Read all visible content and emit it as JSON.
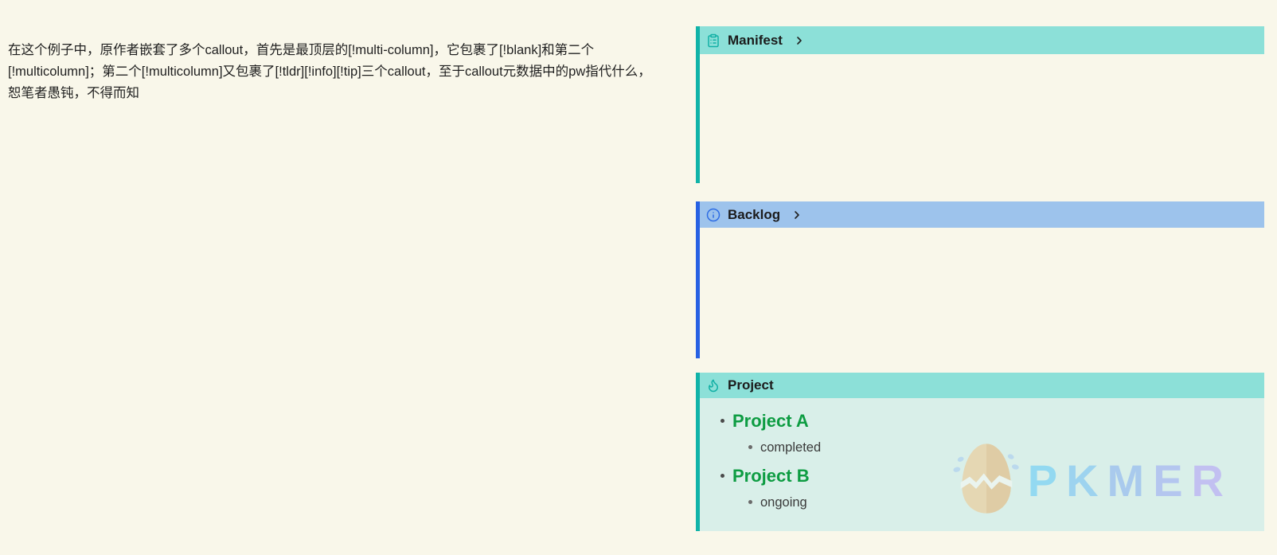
{
  "page": {
    "app": "obsidian-note-view",
    "background_color": "#f9f7ea"
  },
  "intro_paragraph": {
    "text": "在这个例子中，原作者嵌套了多个callout，首先是最顶层的[!multi-column]，它包裹了[!blank]和第二个[!multicolumn]；第二个[!multicolumn]又包裹了[!tldr][!info][!tip]三个callout，至于callout元数据中的pw指代什么，恕笔者愚钝，不得而知"
  },
  "colors": {
    "teal_accent": "#11b3a8",
    "teal_header_bg": "#8ce0d8",
    "blue_accent": "#2761e3",
    "blue_header_bg": "#9dc3ec",
    "project_body_bg": "#d9efe9",
    "link_green": "#0d9c42",
    "title_text": "#1b1b1b"
  },
  "callouts": [
    {
      "title": "Manifest",
      "icon": "clipboard-list-icon",
      "foldable": true,
      "accent": "#11b3a8",
      "header_bg": "#8ce0d8",
      "body": "empty"
    },
    {
      "title": "Backlog",
      "icon": "info-icon",
      "foldable": true,
      "accent": "#2761e3",
      "header_bg": "#9dc3ec",
      "body": "empty"
    },
    {
      "title": "Project",
      "icon": "flame-icon",
      "foldable": false,
      "accent": "#11b3a8",
      "header_bg": "#8ce0d8",
      "items": [
        {
          "name": "Project A",
          "status": "completed"
        },
        {
          "name": "Project B",
          "status": "ongoing"
        }
      ]
    }
  ],
  "watermark": {
    "text": "PKMER",
    "logo": "cracked-egg-logo",
    "letters": [
      {
        "ch": "P",
        "color": "#69cdf6"
      },
      {
        "ch": "K",
        "color": "#79c2f3"
      },
      {
        "ch": "M",
        "color": "#8db4f0"
      },
      {
        "ch": "E",
        "color": "#9fadf3"
      },
      {
        "ch": "R",
        "color": "#b4a4f6"
      }
    ]
  }
}
